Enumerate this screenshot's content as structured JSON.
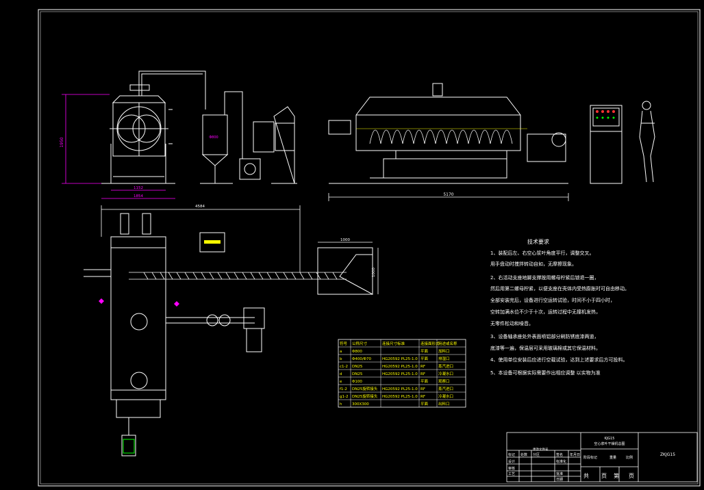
{
  "dimensions": {
    "front_height": "1950",
    "front_width_a": "1152",
    "front_width_b": "1854",
    "plan_length": "4584",
    "side_length": "5170",
    "hopper_width": "1000",
    "hopper_height": "1000",
    "vessel_dia": "Φ800"
  },
  "tech_notes": {
    "title": "技术要求",
    "lines": [
      "1、装配后左、右空心浆叶角度平行，调整交叉。",
      "   用手盘动时搅拌转动自如，无摩擦现象。",
      "2、右活动支座地脚支撑按用螺母柠紧后锁退一圈，",
      "   然后用第二螺母柠紧，以便支座在壳体内受热膨胀时可自由移动。",
      "   全部安装完后，设备进行空运转试验，时间不小于四小时，",
      "   空转加满水位不少于十次，运转过程中无撞机发热，",
      "   无零件松动和噪音。",
      "3、设备轴承座处外表面喷铝部分刷防锈底漆两道，",
      "   底漆等一遍，保温层可采用玻璃棉或其它保温材料。",
      "4、使用单位安装后应进行空载试验，达到上述要求后方可投料。",
      "5、本设备可根据实际需要作出相应调整 以实物为准"
    ]
  },
  "nozzle_table": {
    "headers": [
      "符号",
      "公称尺寸",
      "连接尺寸标准",
      "连接面形式",
      "用途或名称"
    ],
    "rows": [
      [
        "a",
        "Φ800",
        "",
        "平面",
        "加料口"
      ],
      [
        "b",
        "Φ400/Φ70",
        "HG20592 PL25-1.0",
        "平面",
        "排湿口"
      ],
      [
        "c1-2",
        "DN25",
        "HG20592 PL25-1.0",
        "RF",
        "蒸汽进口"
      ],
      [
        "d",
        "DN25",
        "HG20592 PL25-1.0",
        "RF",
        "冷凝水口"
      ],
      [
        "e",
        "Φ100",
        "",
        "平面",
        "观察口"
      ],
      [
        "f1-2",
        "DN25旋转接头",
        "HG20592 PL25-1.0",
        "RF",
        "蒸汽进口"
      ],
      [
        "g1-2",
        "DN25旋转接头",
        "HG20592 PL25-1.0",
        "RF",
        "冷凝水口"
      ],
      [
        "h",
        "300X300",
        "",
        "平面",
        "出料口"
      ]
    ]
  },
  "title_block": {
    "model": "KJG15",
    "name": "空心浆叶干燥机总图",
    "drawing_no": "ZKJG15",
    "row_labels": [
      "标记",
      "设计",
      "审核",
      "工艺"
    ],
    "row_labels2": [
      "处数",
      "",
      "",
      ""
    ],
    "cols": [
      "分区",
      "更改文件号",
      "签名",
      "年月日"
    ],
    "cols2": [
      "标准化",
      "批准"
    ],
    "stage_labels": [
      "阶段标记",
      "重量",
      "比例"
    ],
    "sheet": [
      "共",
      "页",
      "第",
      "页"
    ],
    "date_label": "日期"
  },
  "colors": {
    "background": "#000000",
    "equipment": "#ffffff",
    "dimension": "#ff00ff",
    "highlight": "#ffff00",
    "cyan": "#00ffff",
    "red": "#ff3333",
    "green": "#00ff00"
  }
}
